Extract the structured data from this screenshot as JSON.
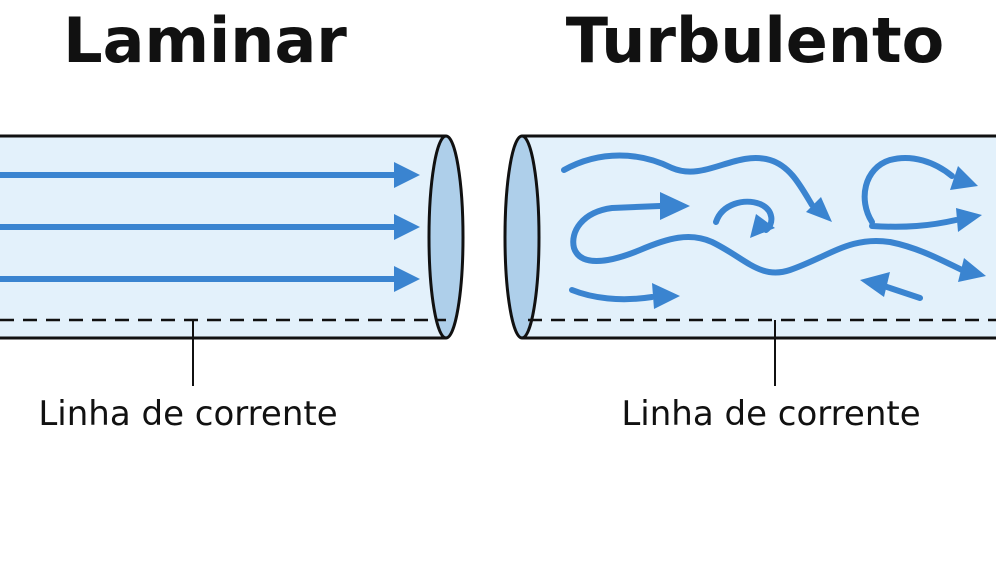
{
  "panels": {
    "laminar": {
      "title": "Laminar",
      "label": "Linha de corrente"
    },
    "turbulent": {
      "title": "Turbulento",
      "label": "Linha de corrente"
    }
  },
  "colors": {
    "pipe_fill": "#e3f1fb",
    "pipe_end": "#aecfea",
    "flow": "#3a84d0",
    "outline": "#111111"
  }
}
